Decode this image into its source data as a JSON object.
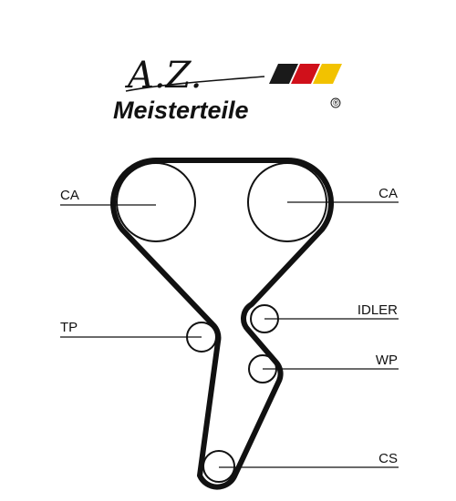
{
  "logo": {
    "script": "A.Z.",
    "wordmark": "Meisterteile",
    "registered": "®",
    "flag_colors": [
      "#1a1a1a",
      "#d0101a",
      "#f2c200"
    ]
  },
  "diagram": {
    "belt_color": "#111111",
    "labels": {
      "ca_left": "CA",
      "ca_right": "CA",
      "idler": "IDLER",
      "tp": "TP",
      "wp": "WP",
      "cs": "CS"
    }
  }
}
